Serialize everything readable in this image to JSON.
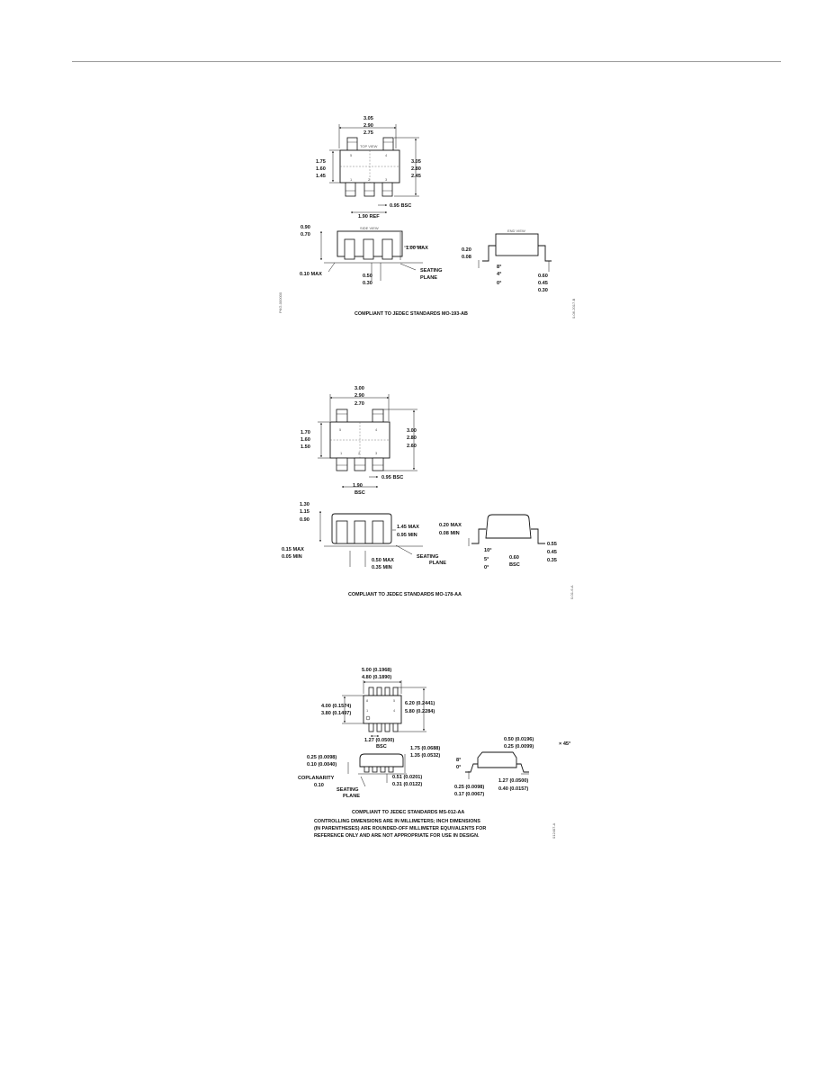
{
  "pkg1": {
    "top_w": [
      "3.05",
      "2.90",
      "2.75"
    ],
    "top_h_left": [
      "1.75",
      "1.60",
      "1.45"
    ],
    "top_h_right": [
      "3.05",
      "2.80",
      "2.45"
    ],
    "pins_top": [
      "5",
      "4"
    ],
    "pins_bottom": [
      "1",
      "2",
      "3"
    ],
    "top_view": "TOP VIEW",
    "side_view": "SIDE VIEW",
    "end_view": "END VIEW",
    "pitch": "0.95 BSC",
    "ref": "1.90 REF",
    "side_h": [
      "0.90",
      "0.70"
    ],
    "side_max": "1.00 MAX",
    "standoff": "0.10 MAX",
    "lead_w": [
      "0.50",
      "0.30"
    ],
    "seating": [
      "SEATING",
      "PLANE"
    ],
    "end_t": [
      "0.20",
      "0.08"
    ],
    "angles": [
      "8°",
      "4°",
      "0°"
    ],
    "foot": [
      "0.60",
      "0.45",
      "0.30"
    ],
    "compliance": "COMPLIANT TO JEDEC STANDARDS MO-193-AB",
    "side_code_left": "PKG-000000",
    "side_code_right": "0-06-2017-B"
  },
  "pkg2": {
    "top_w": [
      "3.00",
      "2.90",
      "2.70"
    ],
    "top_h_left": [
      "1.70",
      "1.60",
      "1.50"
    ],
    "top_h_right": [
      "3.00",
      "2.80",
      "2.60"
    ],
    "pins_top": [
      "5",
      "4"
    ],
    "pins_bottom": [
      "1",
      "2",
      "3"
    ],
    "pitch": "0.95 BSC",
    "span": [
      "1.90",
      "BSC"
    ],
    "side_h": [
      "1.30",
      "1.15",
      "0.90"
    ],
    "side_max": [
      "1.45 MAX",
      "0.95 MIN"
    ],
    "standoff": [
      "0.15 MAX",
      "0.05 MIN"
    ],
    "lead_w": [
      "0.50 MAX",
      "0.35 MIN"
    ],
    "seating": [
      "SEATING",
      "PLANE"
    ],
    "end_t": [
      "0.20 MAX",
      "0.08 MIN"
    ],
    "angles": [
      "10°",
      "5°",
      "0°"
    ],
    "foot": [
      "0.60",
      "BSC"
    ],
    "foot_r": [
      "0.55",
      "0.45",
      "0.35"
    ],
    "compliance": "COMPLIANT TO JEDEC STANDARDS MO-178-AA",
    "side_code_right": "0-01-6-A"
  },
  "pkg3": {
    "top_w": [
      "5.00 (0.1968)",
      "4.80 (0.1890)"
    ],
    "top_h_left": [
      "4.00 (0.1574)",
      "3.80 (0.1497)"
    ],
    "top_h_right": [
      "6.20 (0.2441)",
      "5.80 (0.2284)"
    ],
    "pins_top": [
      "8",
      "5"
    ],
    "pins_bottom": [
      "1",
      "4"
    ],
    "pitch": [
      "1.27 (0.0500)",
      "BSC"
    ],
    "height": [
      "1.75 (0.0688)",
      "1.35 (0.0532)"
    ],
    "standoff": [
      "0.25 (0.0098)",
      "0.10 (0.0040)"
    ],
    "coplanarity": [
      "COPLANARITY",
      "0.10"
    ],
    "seating": [
      "SEATING",
      "PLANE"
    ],
    "lead_w": [
      "0.51 (0.0201)",
      "0.31 (0.0122)"
    ],
    "chamfer": [
      "0.50 (0.0196)",
      "0.25 (0.0099)"
    ],
    "chamfer_x": "× 45°",
    "angles": [
      "8°",
      "0°"
    ],
    "lead_t": [
      "0.25 (0.0098)",
      "0.17 (0.0067)"
    ],
    "foot": [
      "1.27 (0.0500)",
      "0.40 (0.0157)"
    ],
    "compliance": "COMPLIANT TO JEDEC STANDARDS MS-012-AA",
    "note": [
      "CONTROLLING DIMENSIONS ARE IN MILLIMETERS; INCH DIMENSIONS",
      "(IN PARENTHESES) ARE ROUNDED-OFF MILLIMETER EQUIVALENTS FOR",
      "REFERENCE ONLY AND ARE NOT APPROPRIATE FOR USE IN DESIGN."
    ],
    "side_code_right": "012407-A"
  }
}
